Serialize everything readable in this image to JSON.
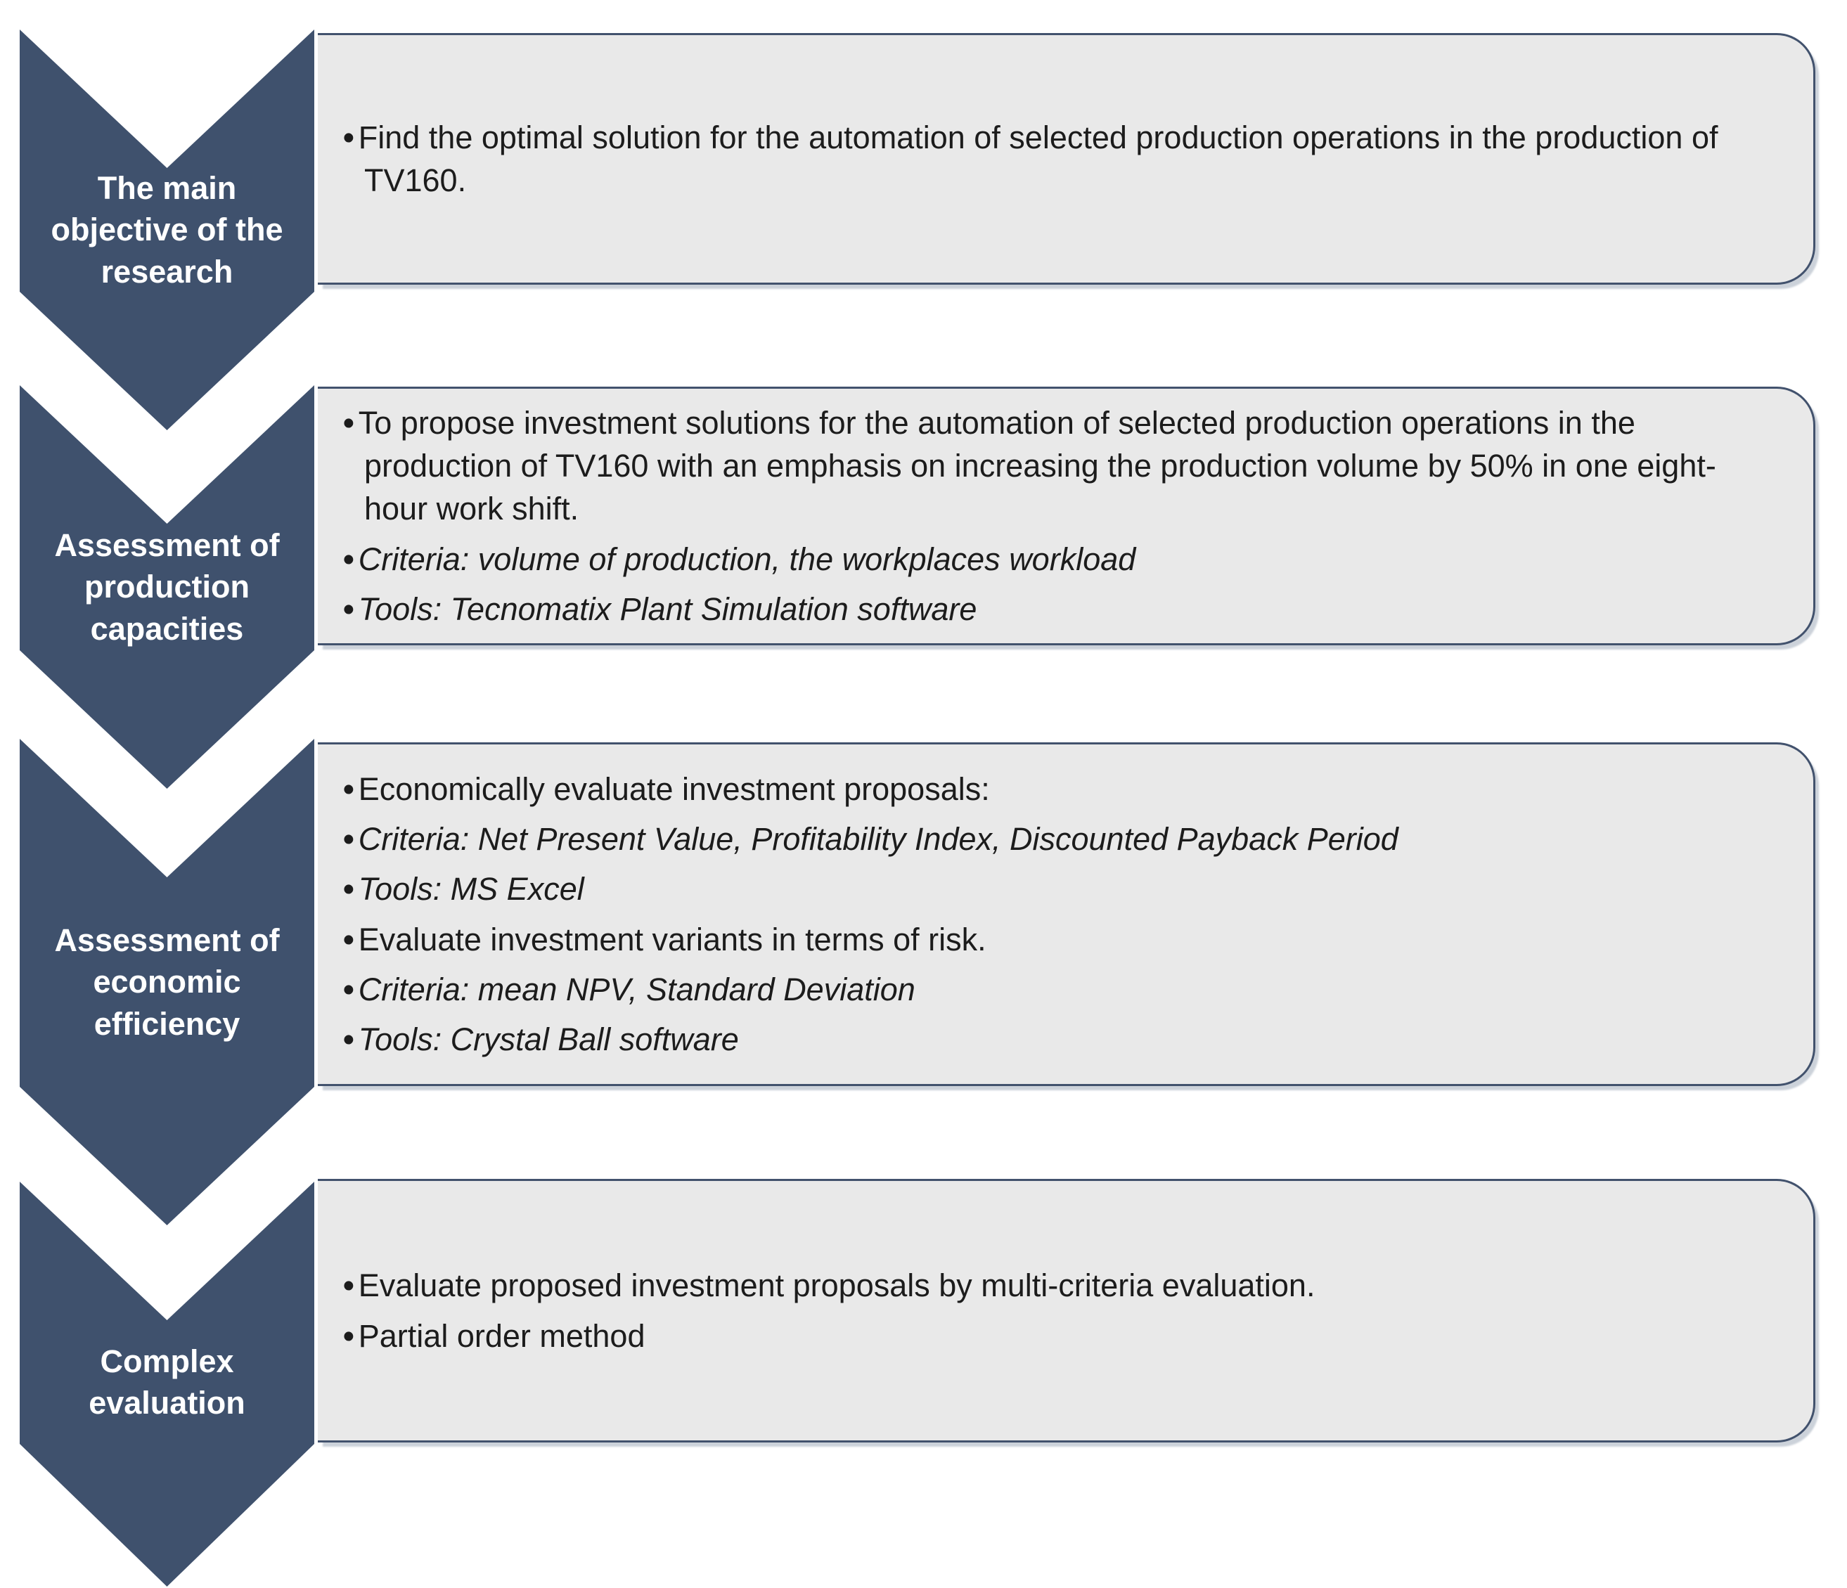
{
  "theme": {
    "chevron_fill": "#3F516D",
    "chevron_text": "#FFFFFF",
    "box_fill": "#E9E9E9",
    "box_border": "#42526D",
    "box_text": "#1C1C1C",
    "background": "#FFFFFF"
  },
  "steps": [
    {
      "label": "The main\nobjective of the\nresearch",
      "items": [
        {
          "text": "Find the optimal solution for the automation of selected production operations in the production of TV160.",
          "italic": false
        }
      ]
    },
    {
      "label": "Assessment of\nproduction\ncapacities",
      "items": [
        {
          "text": "To propose investment solutions for the automation of selected production operations in the production of TV160 with an emphasis on increasing the production volume by 50% in one eight-hour work shift.",
          "italic": false
        },
        {
          "text": "Criteria: volume of production, the workplaces workload",
          "italic": true
        },
        {
          "text": "Tools: Tecnomatix Plant Simulation software",
          "italic": true
        }
      ]
    },
    {
      "label": "Assessment of\neconomic\nefficiency",
      "items": [
        {
          "text": "Economically evaluate investment proposals:",
          "italic": false
        },
        {
          "text": "Criteria: Net Present Value, Profitability Index, Discounted Payback Period",
          "italic": true
        },
        {
          "text": "Tools: MS Excel",
          "italic": true
        },
        {
          "text": "Evaluate investment variants in terms of risk.",
          "italic": false
        },
        {
          "text": "Criteria: mean NPV, Standard Deviation",
          "italic": true
        },
        {
          "text": "Tools: Crystal Ball software",
          "italic": true
        }
      ]
    },
    {
      "label": "Complex\nevaluation",
      "items": [
        {
          "text": "Evaluate proposed investment proposals by multi-criteria evaluation.",
          "italic": false
        },
        {
          "text": "Partial order method",
          "italic": false
        }
      ]
    }
  ]
}
